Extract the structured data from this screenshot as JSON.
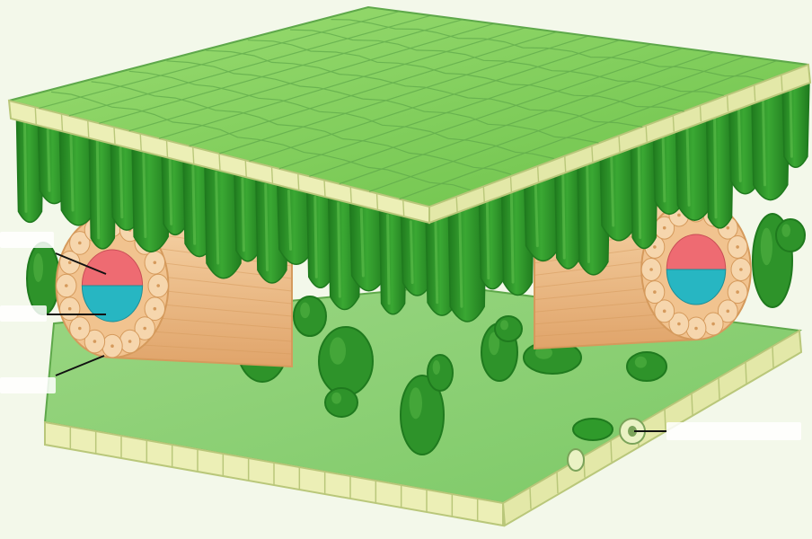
{
  "diagram": {
    "subject": "leaf-cross-section",
    "colors": {
      "background": "#f3f8ea",
      "epidermis": "#ecefb6",
      "epidermis_edge": "#b9c77a",
      "leaf_top": "#7ccc58",
      "leaf_top_highlight": "#9bdc72",
      "lower_surface": "#8fd27a",
      "palisade": "#2f9a2b",
      "palisade_dark": "#1f7a1e",
      "palisade_highlight": "#5fbf4c",
      "spongy": "#2e932a",
      "vein_sheath": "#f1c38f",
      "vein_sheath_dark": "#d59a5c",
      "vein_stripe": "#e7b07a",
      "xylem": "#ee6b72",
      "phloem": "#27b6c2",
      "guard_cell": "#eaf2c4"
    },
    "label_lines": [
      {
        "name": "xylem-pointer"
      },
      {
        "name": "phloem-pointer"
      },
      {
        "name": "bundle-sheath-pointer"
      },
      {
        "name": "stoma-pointer"
      }
    ]
  }
}
